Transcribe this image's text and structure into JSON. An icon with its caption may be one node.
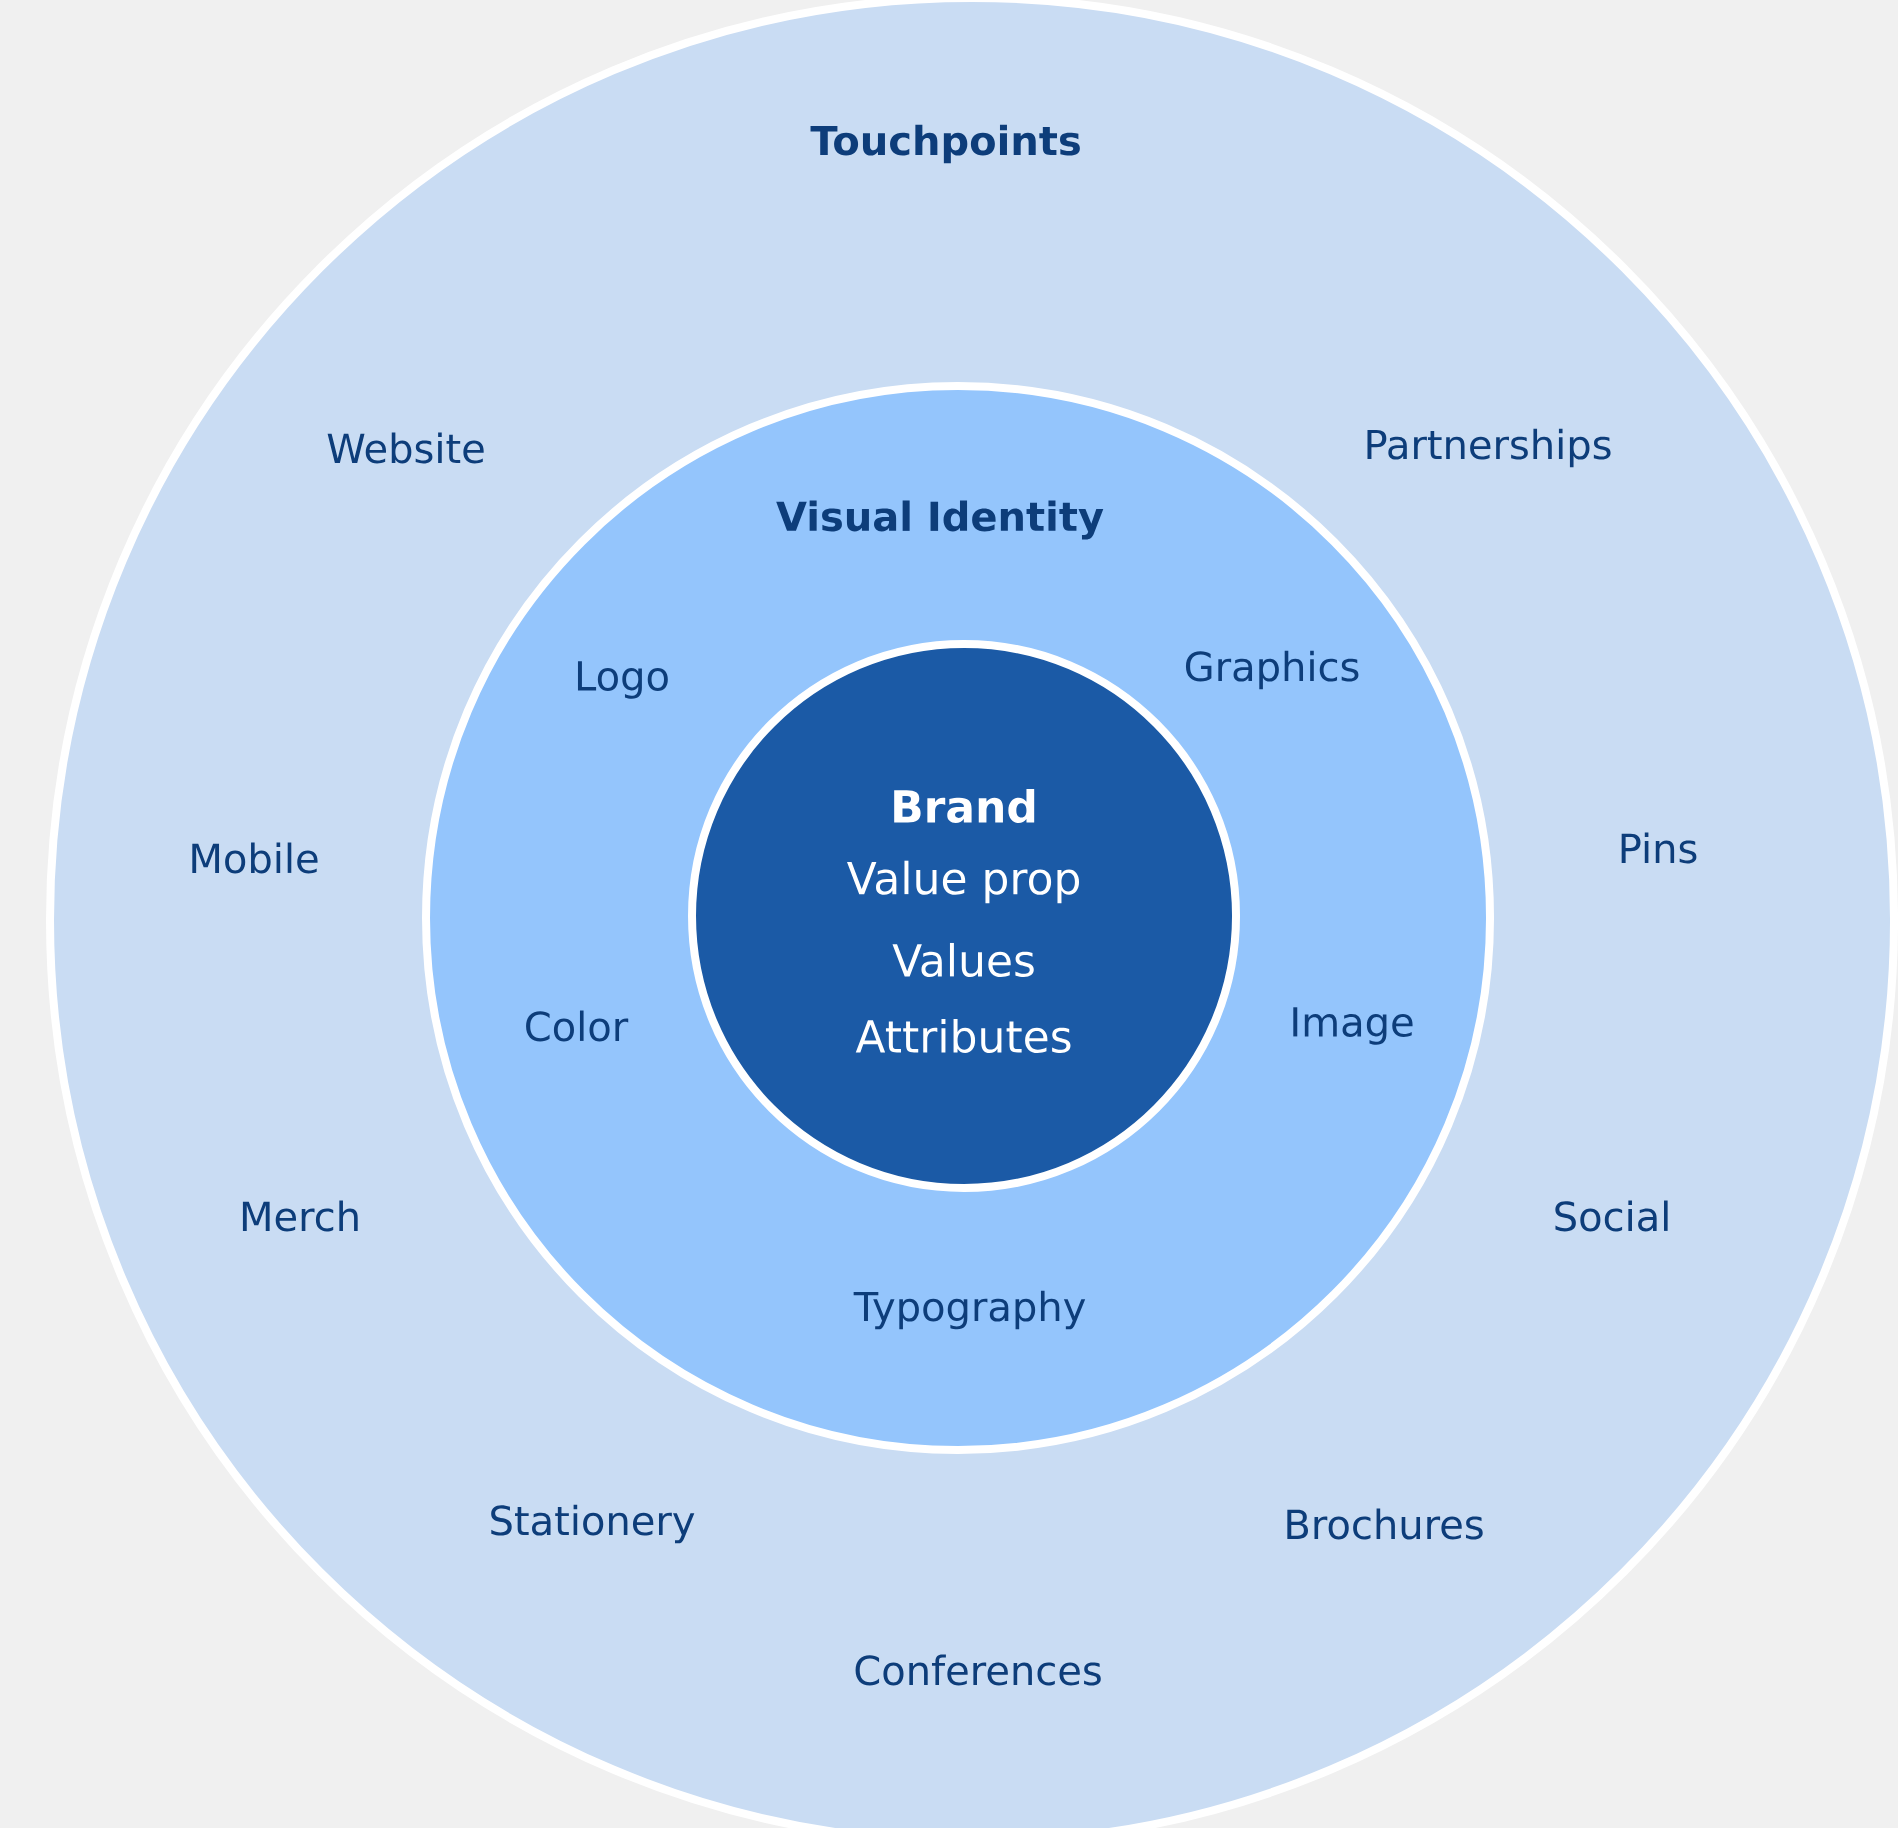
{
  "diagram": {
    "nodes": [
      {
        "text": [
          "Touchpoints",
          "Website",
          "Partnerships",
          "Mobile",
          "Pins",
          "Merch",
          "Social",
          "Stationery",
          "Brochures",
          "Conferences"
        ]
      },
      {
        "text": [
          "Visual Identity",
          "Logo",
          "Graphics",
          "Color",
          "Image",
          "Typography"
        ],
        "in": 0
      },
      {
        "text": [
          "Brand",
          "Value prop",
          "Values",
          "Attributes"
        ],
        "in": 1
      }
    ]
  }
}
